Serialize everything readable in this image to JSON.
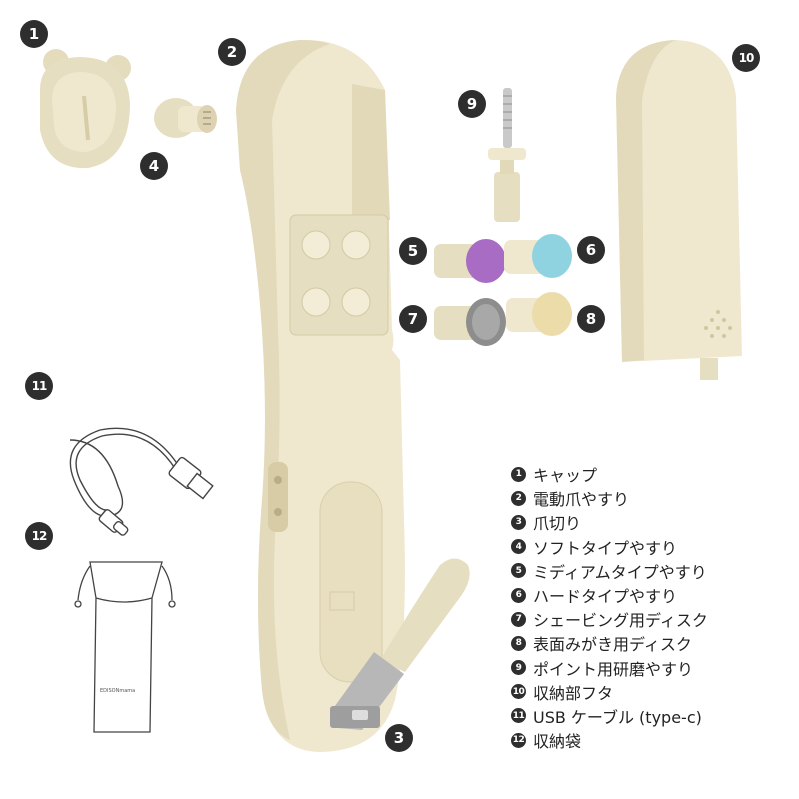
{
  "callouts": [
    "1",
    "2",
    "3",
    "4",
    "5",
    "6",
    "7",
    "8",
    "9",
    "10",
    "11",
    "12"
  ],
  "legend": [
    {
      "num": "1",
      "text": "キャップ"
    },
    {
      "num": "2",
      "text": "電動爪やすり"
    },
    {
      "num": "3",
      "text": "爪切り"
    },
    {
      "num": "4",
      "text": "ソフトタイプやすり"
    },
    {
      "num": "5",
      "text": "ミディアムタイプやすり"
    },
    {
      "num": "6",
      "text": "ハードタイプやすり"
    },
    {
      "num": "7",
      "text": "シェービング用ディスク"
    },
    {
      "num": "8",
      "text": "表面みがき用ディスク"
    },
    {
      "num": "9",
      "text": "ポイント用研磨やすり"
    },
    {
      "num": "10",
      "text": "収納部フタ"
    },
    {
      "num": "11",
      "text": "USB ケーブル (type-c)"
    },
    {
      "num": "12",
      "text": "収納袋"
    }
  ],
  "pouch_brand": "EDISONmama",
  "colors": {
    "body": "#efe8cf",
    "body_shade": "#ddd3b2",
    "medium_disc": "#a96cc4",
    "hard_disc": "#8fd3e0",
    "shaving_disc": "#8d8d8d",
    "polish_disc": "#ecdcaa",
    "badge": "#2e2e2e"
  }
}
